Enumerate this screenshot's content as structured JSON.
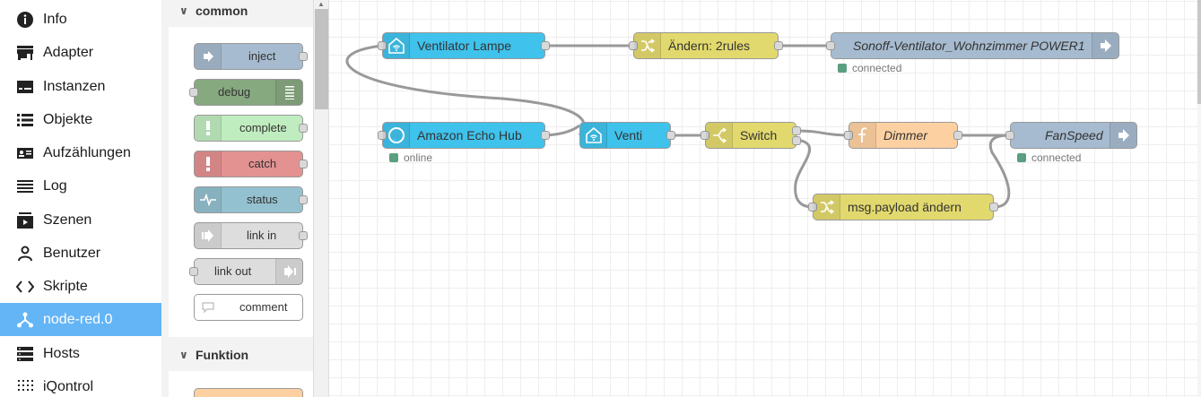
{
  "nav": {
    "items": [
      {
        "label": "Info",
        "icon": "info-icon"
      },
      {
        "label": "Adapter",
        "icon": "store-icon"
      },
      {
        "label": "Instanzen",
        "icon": "instances-icon"
      },
      {
        "label": "Objekte",
        "icon": "list-icon"
      },
      {
        "label": "Aufzählungen",
        "icon": "enum-icon"
      },
      {
        "label": "Log",
        "icon": "log-icon"
      },
      {
        "label": "Szenen",
        "icon": "scenes-icon"
      },
      {
        "label": "Benutzer",
        "icon": "user-icon"
      },
      {
        "label": "Skripte",
        "icon": "code-icon"
      },
      {
        "label": "node-red.0",
        "icon": "node-red-icon",
        "active": true
      },
      {
        "label": "Hosts",
        "icon": "hosts-icon"
      },
      {
        "label": "iQontrol",
        "icon": "grid-icon"
      }
    ],
    "active_color": "#64b5f6"
  },
  "palette": {
    "sections": [
      {
        "title": "common",
        "nodes": [
          "inject",
          "debug",
          "complete",
          "catch",
          "status",
          "link in",
          "link out",
          "comment"
        ]
      },
      {
        "title": "Funktion"
      }
    ]
  },
  "flow": {
    "nodes": {
      "ventilator_lampe": "Ventilator Lampe",
      "aendern_2rules": "Ändern: 2rules",
      "sonoff_power": "Sonoff-Ventilator_Wohnzimmer POWER1",
      "amazon_echo_hub": "Amazon Echo Hub",
      "venti": "Venti",
      "switch": "Switch",
      "dimmer": "Dimmer",
      "fanspeed": "FanSpeed",
      "msg_payload": "msg.payload ändern"
    },
    "status": {
      "sonoff": "connected",
      "echo": "online",
      "fanspeed": "connected"
    },
    "colors": {
      "alexa": "#3fc2ec",
      "change": "#e2d96e",
      "iobroker": "#a6bbcf",
      "function": "#fdd0a2",
      "status_dot": "#5a9f7f"
    }
  }
}
